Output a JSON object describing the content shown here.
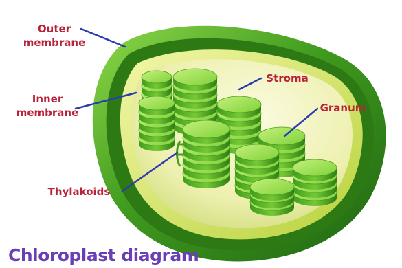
{
  "labels": {
    "outer_membrane": [
      "Outer",
      "membrane"
    ],
    "inner_membrane": [
      "Inner",
      "membrane"
    ],
    "stroma": "Stroma",
    "granum": "Granum",
    "thylakoids": "Thylakoids"
  },
  "title": "Chloroplast diagram",
  "colors": {
    "label_text": "#b8233a",
    "leader_line": "#2b3bb0",
    "title_text": "#6a3fb6",
    "outer_membrane": "#3f9a1e",
    "inner_membrane": "#d9e85c",
    "stroma": "#f2f0b8",
    "thylakoid": "#7fd23a"
  }
}
